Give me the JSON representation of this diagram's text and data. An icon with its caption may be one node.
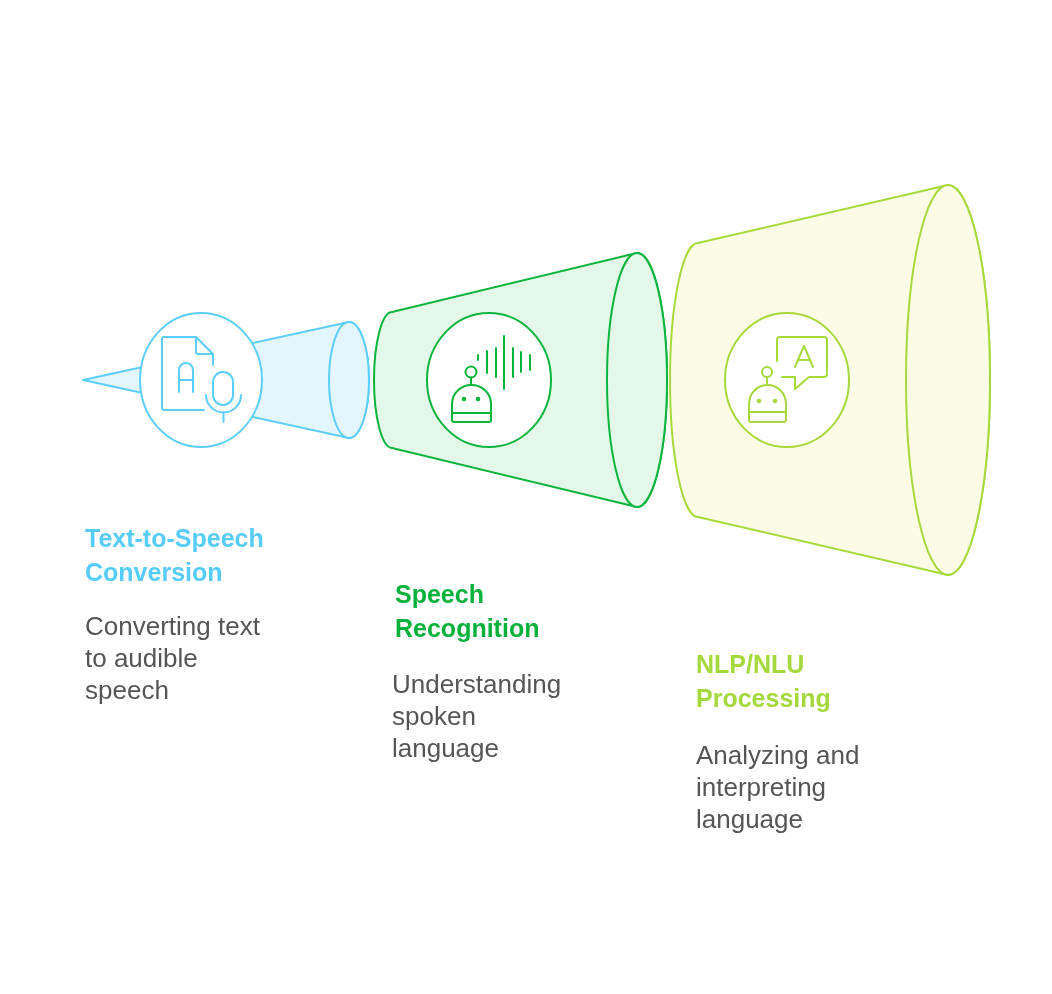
{
  "diagram": {
    "nodes": [
      {
        "text": [],
        "shape": "cone",
        "beside": [
          "Text-to-Speech Conversion",
          "Converting text to audible speech"
        ]
      },
      {
        "text": [],
        "shape": "cone",
        "beside": [
          "Speech Recognition",
          "Understanding spoken language"
        ]
      },
      {
        "text": [],
        "shape": "cone",
        "beside": [
          "NLP/NLU Processing",
          "Analyzing and interpreting language"
        ]
      }
    ]
  }
}
